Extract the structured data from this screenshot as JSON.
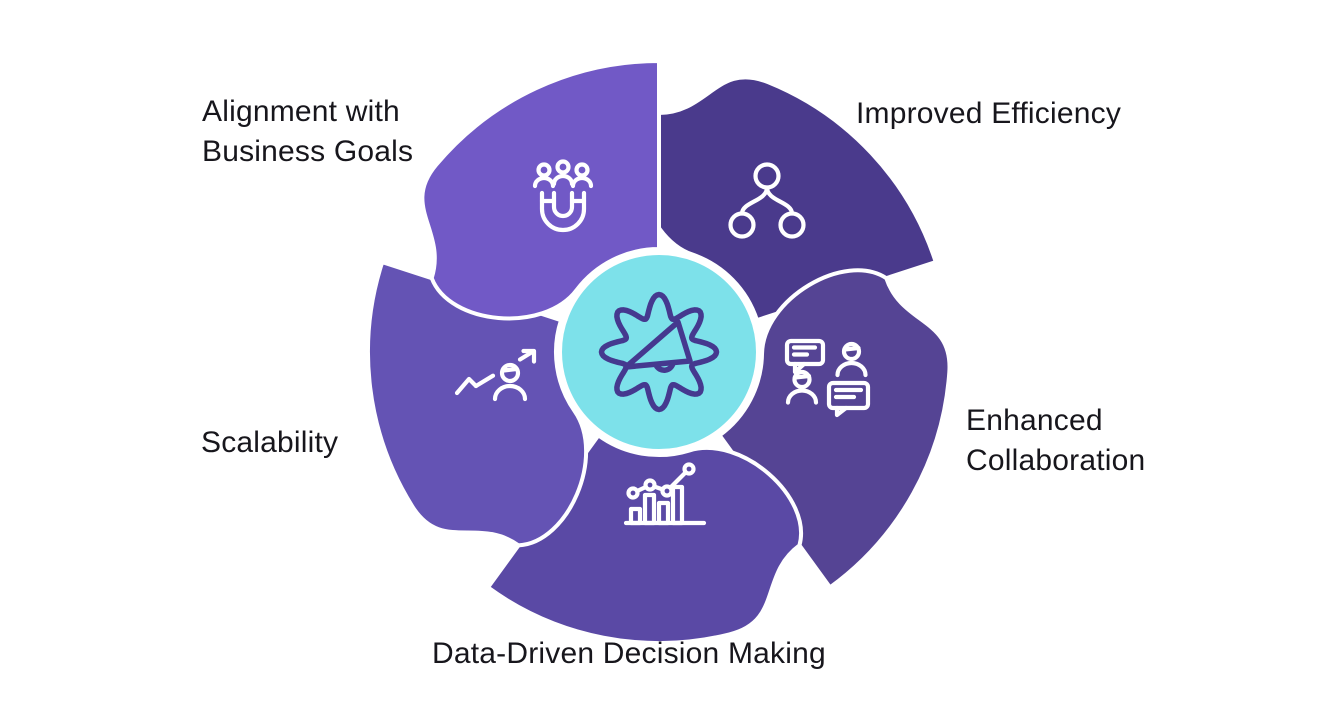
{
  "diagram": {
    "background": "#FFFFFF",
    "separator_color": "#FFFFFF",
    "icon_color": "#FFFFFF",
    "text_color": "#17161C",
    "center": {
      "fill": "#7DE1EA",
      "ring": "#FFFFFF",
      "icon": "gear-megaphone-icon",
      "icon_stroke": "#45398F"
    },
    "segments": [
      {
        "label": "Alignment with Business Goals",
        "color": "#7159C6",
        "icon": "magnet-audience-icon",
        "position": "top"
      },
      {
        "label": "Improved Efficiency",
        "color": "#4A3A8C",
        "icon": "hierarchy-icon",
        "position": "top-right"
      },
      {
        "label": "Enhanced Collaboration",
        "color": "#554494",
        "icon": "chat-people-icon",
        "position": "right"
      },
      {
        "label": "Data-Driven Decision Making",
        "color": "#5A49A5",
        "icon": "bar-chart-trend-icon",
        "position": "bottom"
      },
      {
        "label": "Scalability",
        "color": "#6453B4",
        "icon": "growth-person-icon",
        "position": "left"
      }
    ]
  }
}
